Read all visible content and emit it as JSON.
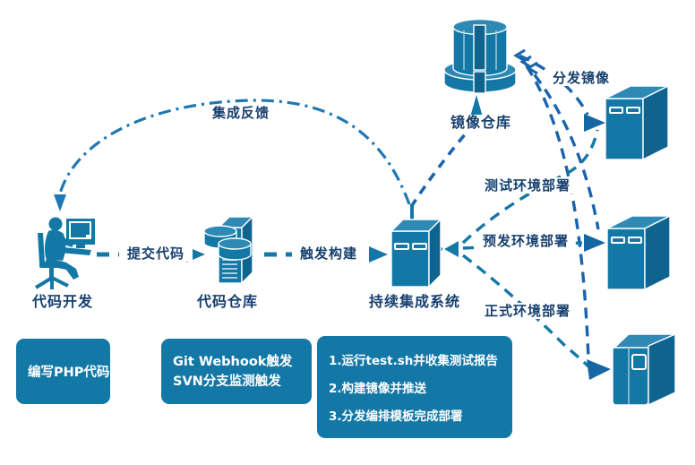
{
  "diagram": {
    "nodes": {
      "developer": "代码开发",
      "code_repo": "代码仓库",
      "ci_system": "持续集成系统",
      "image_registry": "镜像仓库"
    },
    "edges": {
      "submit_code": "提交代码",
      "trigger_build": "触发构建",
      "integration_feedback": "集成反馈",
      "distribute_images": "分发镜像",
      "deploy_test": "测试环境部署",
      "deploy_staging": "预发环境部署",
      "deploy_production": "正式环境部署"
    },
    "notes": {
      "developer_note": "编写PHP代码",
      "repo_trigger_lines": [
        "Git Webhook触发",
        "SVN分支监测触发"
      ],
      "ci_steps": [
        "1.运行test.sh并收集测试报告",
        "2.构建镜像并推送",
        "3.分发编排模板完成部署"
      ]
    },
    "colors": {
      "icon_teal": "#1478A6",
      "icon_top_face": "#2E89B5",
      "icon_side_face": "#0F638F",
      "label_navy": "#17406E",
      "deploy_line": "#1478A6",
      "distribute_line": "#1A64AD",
      "feedback_line": "#1F78B4",
      "note_box_fill": "#1478A6",
      "note_box_text": "#FFFFFF"
    }
  }
}
